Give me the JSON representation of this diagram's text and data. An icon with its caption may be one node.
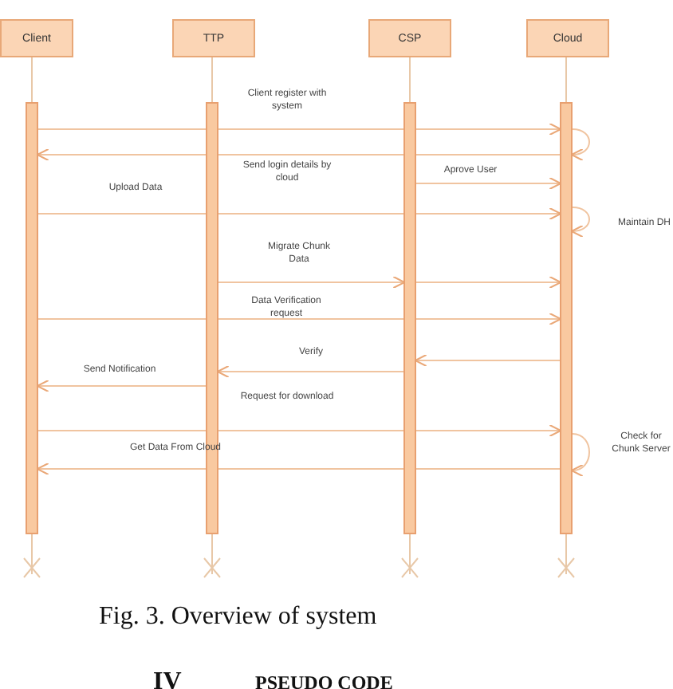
{
  "diagram": {
    "caption": "Fig. 3. Overview of system",
    "nodes": [
      {
        "text": [
          "Client"
        ]
      },
      {
        "text": [
          "TTP"
        ]
      },
      {
        "text": [
          "CSP"
        ]
      },
      {
        "text": [
          "Cloud"
        ]
      },
      {
        "text": [],
        "shape": "bar"
      },
      {
        "text": [],
        "shape": "bar"
      },
      {
        "text": [],
        "shape": "bar"
      },
      {
        "text": [],
        "shape": "bar"
      }
    ],
    "edges": [
      {
        "from": 4,
        "to": 7,
        "arrow": "to",
        "label": "Client register with system"
      },
      {
        "from": 7,
        "to": 7,
        "arrow": "to"
      },
      {
        "from": 7,
        "to": 4,
        "arrow": "to",
        "label": "Send login details by cloud"
      },
      {
        "from": 6,
        "to": 7,
        "arrow": "to",
        "label": "Aprove User"
      },
      {
        "from": 4,
        "to": 7,
        "arrow": "to",
        "label": "Upload Data"
      },
      {
        "from": 7,
        "to": 7,
        "arrow": "to",
        "label": "Maintain DH"
      },
      {
        "from": 5,
        "to": 6,
        "arrow": "to",
        "label": "Migrate Chunk Data"
      },
      {
        "from": 6,
        "to": 7,
        "arrow": "to"
      },
      {
        "from": 4,
        "to": 7,
        "arrow": "to",
        "label": "Data Verification request"
      },
      {
        "from": 7,
        "to": 6,
        "arrow": "to"
      },
      {
        "from": 6,
        "to": 5,
        "arrow": "to",
        "label": "Verify"
      },
      {
        "from": 5,
        "to": 4,
        "arrow": "to",
        "label": "Send Notification"
      },
      {
        "from": 4,
        "to": 7,
        "arrow": "to",
        "label": "Request for download"
      },
      {
        "from": 7,
        "to": 7,
        "arrow": "to",
        "label": "Check for Chunk Server"
      },
      {
        "from": 7,
        "to": 4,
        "arrow": "to",
        "label": "Get Data From Cloud"
      },
      {
        "from": 0,
        "to": 4,
        "arrow": "none"
      },
      {
        "from": 1,
        "to": 5,
        "arrow": "none"
      },
      {
        "from": 2,
        "to": 6,
        "arrow": "none"
      },
      {
        "from": 3,
        "to": 7,
        "arrow": "none"
      }
    ],
    "labels": [
      "IV",
      "PSEUDO CODE"
    ]
  }
}
